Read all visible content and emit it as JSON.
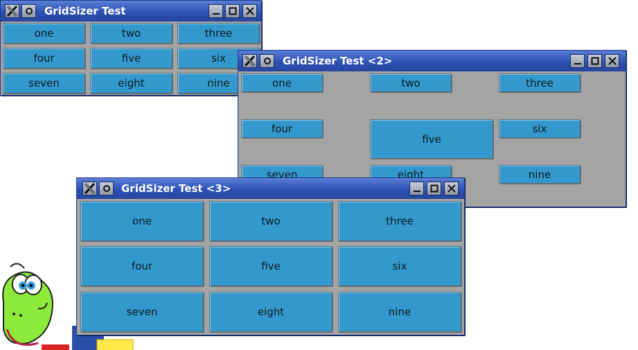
{
  "window1": {
    "title": "GridSizer Test",
    "buttons": [
      "one",
      "two",
      "three",
      "four",
      "five",
      "six",
      "seven",
      "eight",
      "nine"
    ]
  },
  "window2": {
    "title": "GridSizer Test <2>",
    "buttons": [
      "one",
      "two",
      "three",
      "four",
      "five",
      "six",
      "seven",
      "eight",
      "nine"
    ]
  },
  "window3": {
    "title": "GridSizer Test <3>",
    "buttons": [
      "one",
      "two",
      "three",
      "four",
      "five",
      "six",
      "seven",
      "eight",
      "nine"
    ]
  },
  "colors": {
    "button": "#3399cc",
    "window_bg": "#a4a4a4",
    "titlebar": "#2d51b4"
  },
  "icons": [
    "x-logo-icon",
    "menu-icon",
    "minimize-icon",
    "maximize-icon",
    "close-icon"
  ]
}
